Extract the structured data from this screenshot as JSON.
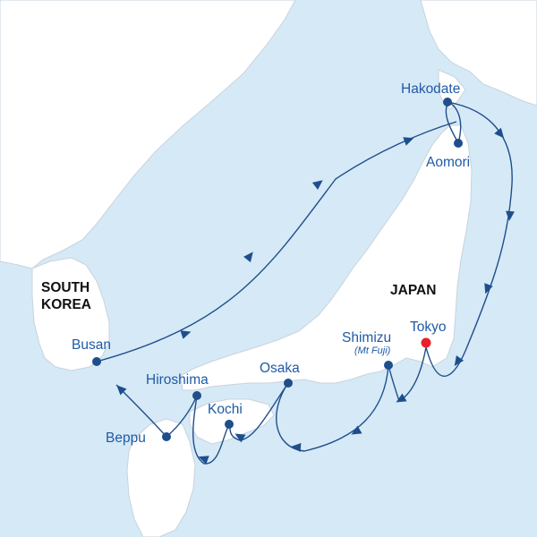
{
  "colors": {
    "sea": "#d6e9f6",
    "land": "#ffffff",
    "route": "#1f4e8c",
    "port_label": "#1f5aa6",
    "start_marker": "#e8202a"
  },
  "countries": {
    "south_korea": [
      "SOUTH",
      "KOREA"
    ],
    "japan": "JAPAN"
  },
  "ports": {
    "hakodate": "Hakodate",
    "aomori": "Aomori",
    "busan": "Busan",
    "hiroshima": "Hiroshima",
    "osaka": "Osaka",
    "kochi": "Kochi",
    "beppu": "Beppu",
    "shimizu": "Shimizu",
    "shimizu_note": "(Mt Fuji)",
    "tokyo": "Tokyo"
  }
}
